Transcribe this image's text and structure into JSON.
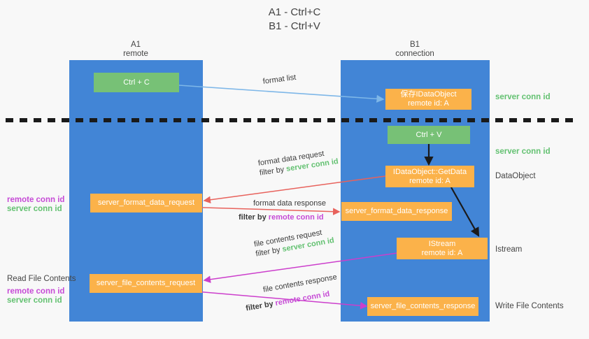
{
  "title": {
    "line1": "A1 - Ctrl+C",
    "line2": "B1 - Ctrl+V"
  },
  "columns": [
    {
      "id": "a1",
      "name": "A1",
      "sub": "remote"
    },
    {
      "id": "b1",
      "name": "B1",
      "sub": "connection"
    }
  ],
  "nodes": {
    "ctrl_c": "Ctrl + C",
    "ctrl_v": "Ctrl + V",
    "idataobject_title": "保存IDataObject",
    "idataobject_sub": "remote id: A",
    "getdata_title": "IDataObject::GetData",
    "getdata_sub": "remote id: A",
    "istream_title": "IStream",
    "istream_sub": "remote id: A",
    "server_format_data_request": "server_format_data_request",
    "server_format_data_response": "server_format_data_response",
    "server_file_contents_request": "server_file_contents_request",
    "server_file_contents_response": "server_file_contents_response"
  },
  "right_labels": {
    "server_conn_id_1": "server conn id",
    "server_conn_id_2": "server conn id",
    "dataobject": "DataObject",
    "istream": "Istream",
    "write_file_contents": "Write File Contents"
  },
  "left_labels": {
    "remote_conn_id_1": "remote conn id",
    "server_conn_id_1": "server conn id",
    "read_file_contents": "Read File Contents",
    "remote_conn_id_2": "remote conn id",
    "server_conn_id_2": "server conn id"
  },
  "arrow_labels": {
    "format_list": "format list",
    "format_data_request": "format data request",
    "format_data_request_filter_prefix": "filter by ",
    "format_data_request_filter_value": "server conn id",
    "format_data_response": "format data response",
    "format_data_response_filter_prefix": "filter by ",
    "format_data_response_filter_value": "remote conn id",
    "file_contents_request": "file contents request",
    "file_contents_request_filter_prefix": "filter by ",
    "file_contents_request_filter_value": "server conn id",
    "file_contents_response": "file contents response",
    "file_contents_response_filter_prefix": "filter by ",
    "file_contents_response_filter_value": "remote conn id"
  },
  "colors": {
    "column": "#4285d6",
    "node_orange": "#fbb24a",
    "node_green": "#77c176",
    "arrow_lightblue": "#7eb7e8",
    "arrow_red": "#e8625c",
    "arrow_magenta": "#cc3ecc",
    "arrow_black": "#1a1a1a",
    "green_text": "#63c171",
    "purple_text": "#c64bd6",
    "divider": "#1a1a1a"
  }
}
